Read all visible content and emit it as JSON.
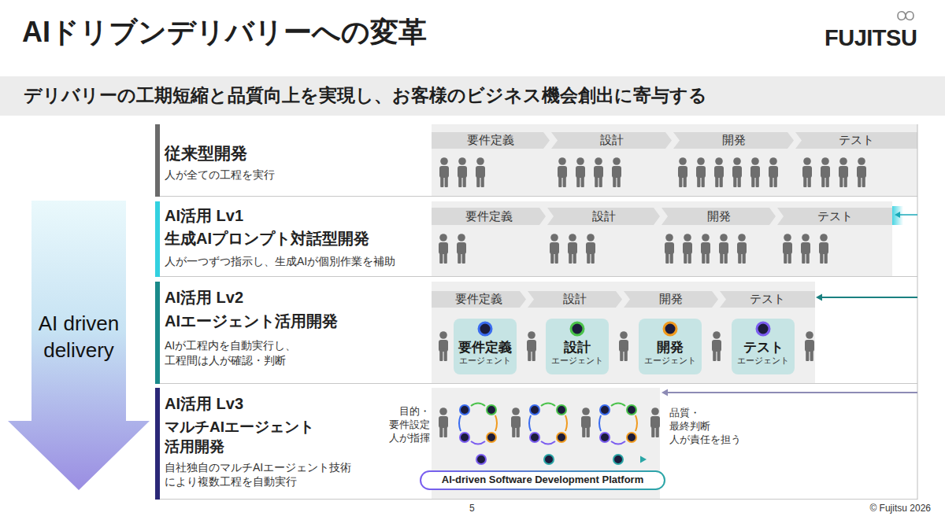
{
  "diagram": {
    "title": "AIドリブンデリバリーへの変革",
    "nodes": [
      {
        "text": [
          "デリバリーの工期短縮と品質向上を実現し、お客様のビジネス機会創出に寄与する"
        ]
      },
      {
        "text": [
          "AI driven delivery"
        ]
      },
      {
        "text": [
          "従来型開発",
          "人が全ての工程を実行"
        ]
      },
      {
        "text": [
          "要件定義"
        ],
        "in": 2
      },
      {
        "text": [
          "設計"
        ],
        "in": 2
      },
      {
        "text": [
          "開発"
        ],
        "in": 2
      },
      {
        "text": [
          "テスト"
        ],
        "in": 2
      },
      {
        "text": [
          "AI活用 Lv1",
          "生成AIプロンプト対話型開発",
          "人が一つずつ指示し、生成AIが個別作業を補助"
        ]
      },
      {
        "text": [
          "要件定義"
        ],
        "in": 7
      },
      {
        "text": [
          "設計"
        ],
        "in": 7
      },
      {
        "text": [
          "開発"
        ],
        "in": 7
      },
      {
        "text": [
          "テスト"
        ],
        "in": 7
      },
      {
        "text": [
          "AI活用 Lv2",
          "AIエージェント活用開発",
          "AIが工程内を自動実行し、 工程間は人が確認・判断"
        ]
      },
      {
        "text": [
          "要件定義"
        ],
        "in": 12
      },
      {
        "text": [
          "設計"
        ],
        "in": 12
      },
      {
        "text": [
          "開発"
        ],
        "in": 12
      },
      {
        "text": [
          "テスト"
        ],
        "in": 12
      },
      {
        "text": [
          "要件定義",
          "エージェント"
        ],
        "in": 12
      },
      {
        "text": [
          "設計",
          "エージェント"
        ],
        "in": 12
      },
      {
        "text": [
          "開発",
          "エージェント"
        ],
        "in": 12
      },
      {
        "text": [
          "テスト",
          "エージェント"
        ],
        "in": 12
      },
      {
        "text": [
          "AI活用 Lv3",
          "マルチAIエージェント 活用開発",
          "自社独自のマルチAIエージェント技術 により複数工程を自動実行"
        ]
      },
      {
        "text": [
          "AI-driven Software Development Platform"
        ],
        "in": 21
      }
    ],
    "labels": [
      "FUJITSU",
      "目的・ 要件設定 人が指揮",
      "品質・ 最終判断 人が責任を担う",
      "5",
      "© Fujitsu 2026"
    ]
  }
}
